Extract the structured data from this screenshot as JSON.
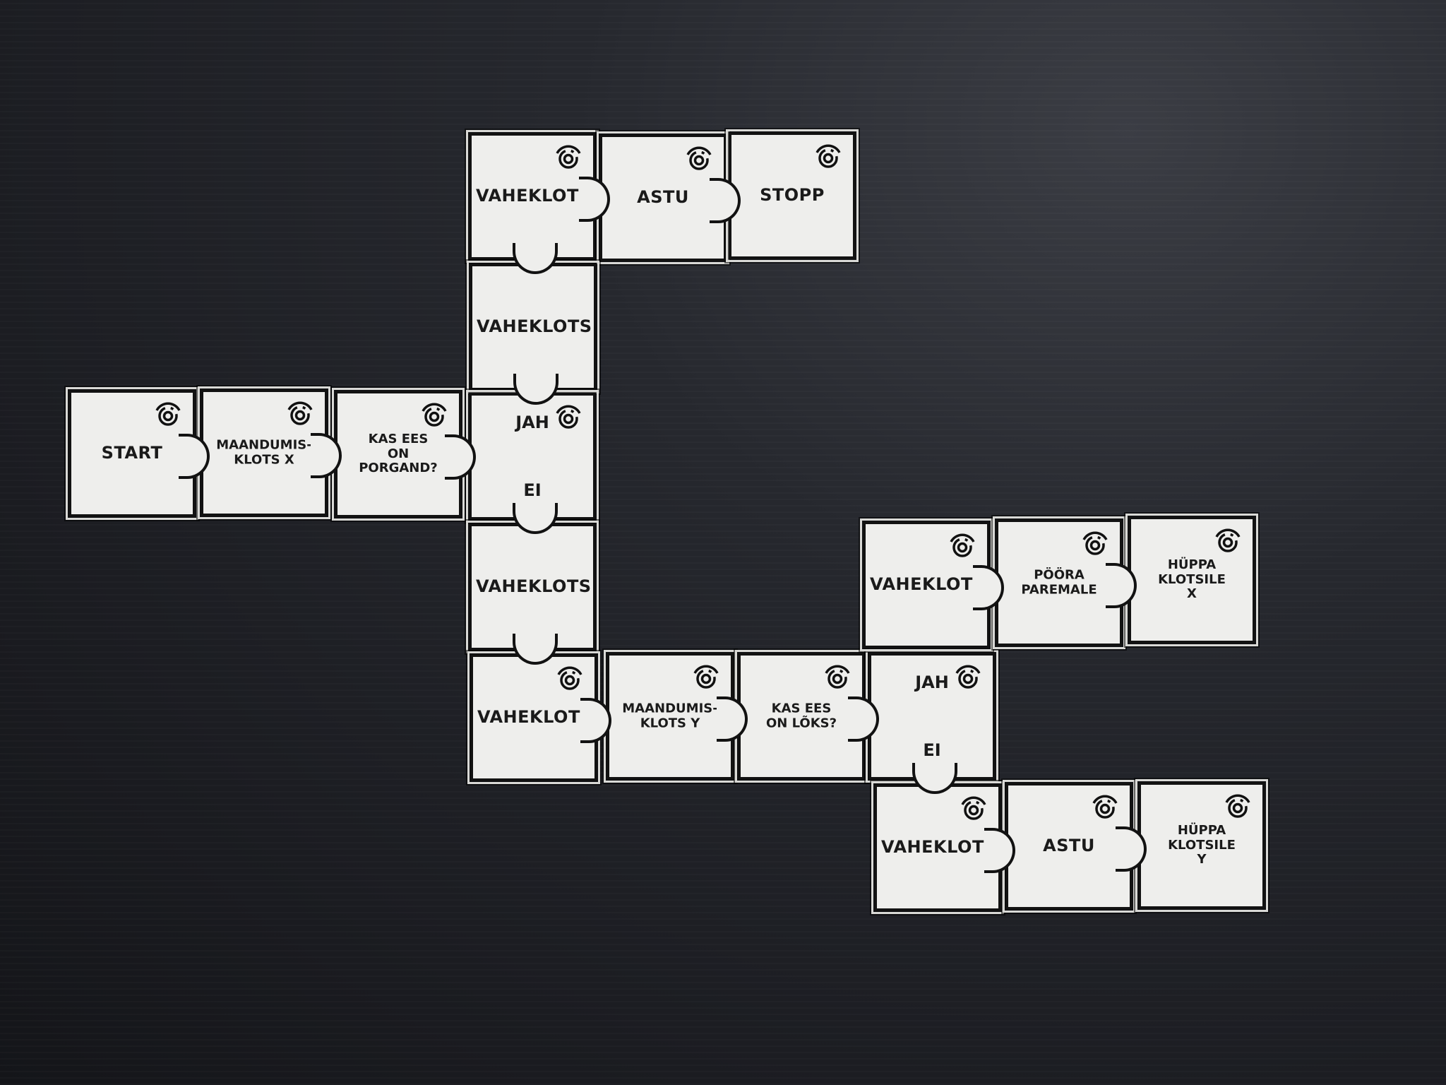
{
  "image": {
    "description_colors": {
      "background": "#1e1f24",
      "tile": "#eeeeec",
      "ink": "#1a1a1a"
    }
  },
  "tiles": [
    {
      "text": "VAHEKLOTS",
      "size": "big",
      "icon": "robot-sensor-icon"
    },
    {
      "text": "ASTU",
      "size": "big",
      "icon": "robot-sensor-icon"
    },
    {
      "text": "STOPP",
      "size": "big",
      "icon": "robot-sensor-icon"
    },
    {
      "text": "VAHEKLOTS",
      "size": "big"
    },
    {
      "text": "START",
      "size": "big",
      "icon": "robot-sensor-icon"
    },
    {
      "text": "MAANDUMIS-\nKLOTS X",
      "size": "small",
      "icon": "robot-sensor-icon"
    },
    {
      "text": "KAS EES\nON\nPORGAND?",
      "size": "small",
      "icon": "robot-sensor-icon"
    },
    {
      "yes": "JAH",
      "no": "EI",
      "icon": "robot-sensor-icon"
    },
    {
      "text": "VAHEKLOTS",
      "size": "big"
    },
    {
      "text": "VAHEKLOTS",
      "size": "big",
      "icon": "robot-sensor-icon"
    },
    {
      "text": "MAANDUMIS-\nKLOTS Y",
      "size": "small",
      "icon": "robot-sensor-icon"
    },
    {
      "text": "KAS EES\nON LÕKS?",
      "size": "small",
      "icon": "robot-sensor-icon"
    },
    {
      "yes": "JAH",
      "no": "EI",
      "icon": "robot-sensor-icon"
    },
    {
      "text": "VAHEKLOTS",
      "size": "big",
      "icon": "robot-sensor-icon"
    },
    {
      "text": "PÖÖRA\nPAREMALE",
      "size": "small",
      "icon": "robot-sensor-icon"
    },
    {
      "text": "HÜPPA\nKLOTSILE\nX",
      "size": "small",
      "icon": "robot-sensor-icon"
    },
    {
      "text": "VAHEKLOTS",
      "size": "big",
      "icon": "robot-sensor-icon"
    },
    {
      "text": "ASTU",
      "size": "big",
      "icon": "robot-sensor-icon"
    },
    {
      "text": "HÜPPA\nKLOTSILE\nY",
      "size": "small",
      "icon": "robot-sensor-icon"
    }
  ]
}
